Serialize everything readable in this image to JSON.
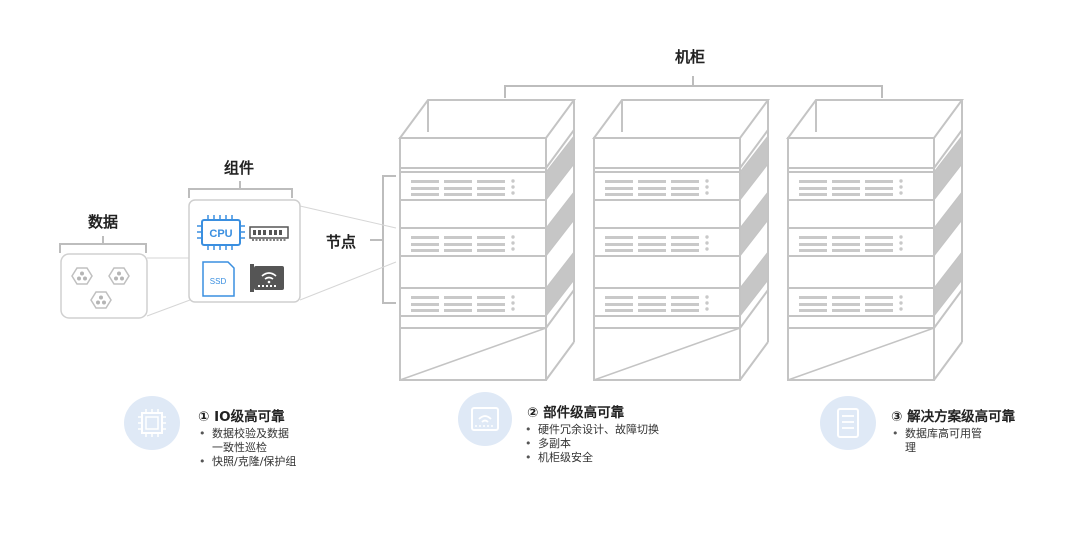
{
  "labels": {
    "data": "数据",
    "component": "组件",
    "node": "节点",
    "cabinet": "机柜"
  },
  "components": {
    "cpu": "CPU",
    "ssd": "SSD"
  },
  "sections": [
    {
      "title": "① IO级高可靠",
      "items": [
        "数据校验及数据",
        "一致性巡检",
        "快照/克隆/保护组"
      ],
      "icon": "chip-icon"
    },
    {
      "title": "② 部件级高可靠",
      "items": [
        "硬件冗余设计、故障切换",
        "多副本",
        "机柜级安全"
      ],
      "icon": "network-card-icon"
    },
    {
      "title": "③ 解决方案级高可靠",
      "items": [
        "数据库高可用管",
        "理"
      ],
      "icon": "server-icon"
    }
  ],
  "colors": {
    "outline": "#c8c8c8",
    "accent_blue": "#3a8fe0",
    "icon_bg": "#dfe9f6",
    "dark_gray": "#555555"
  }
}
